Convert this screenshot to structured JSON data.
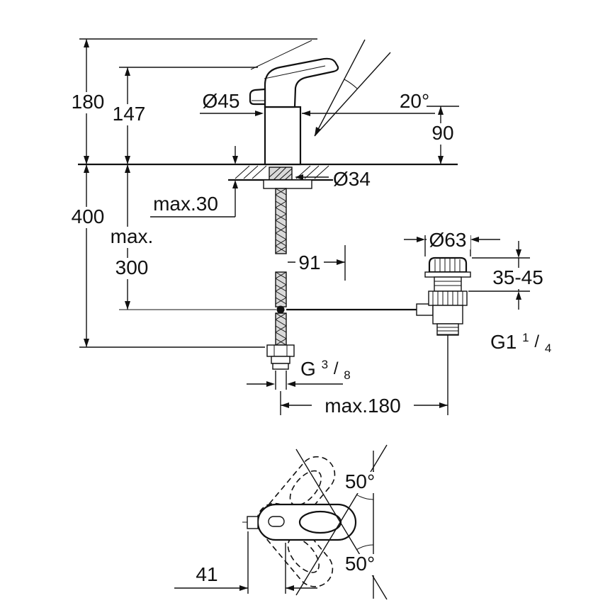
{
  "drawing": {
    "side_view": {
      "total_height": "180",
      "body_height": "147",
      "body_diameter": "Ø45",
      "lever_angle": "20°",
      "spout_height": "90",
      "install_height": "400",
      "deck_thickness": "max.30",
      "hole_diameter": "Ø34",
      "rod_length_prefix": "max.",
      "rod_length_value": "300",
      "rod_offset": "91",
      "waste_flange_diameter": "Ø63",
      "clamping_range": "35-45",
      "waste_thread_base": "G1",
      "waste_thread_numerator": "1",
      "waste_thread_slash": "/",
      "waste_thread_denominator": "4",
      "supply_thread_base": "G",
      "supply_thread_numerator": "3",
      "supply_thread_slash": "/",
      "supply_thread_denominator": "8",
      "max_reach": "max.180"
    },
    "top_view": {
      "swing_angle_up": "50°",
      "swing_angle_down": "50°",
      "handle_offset": "41"
    }
  }
}
